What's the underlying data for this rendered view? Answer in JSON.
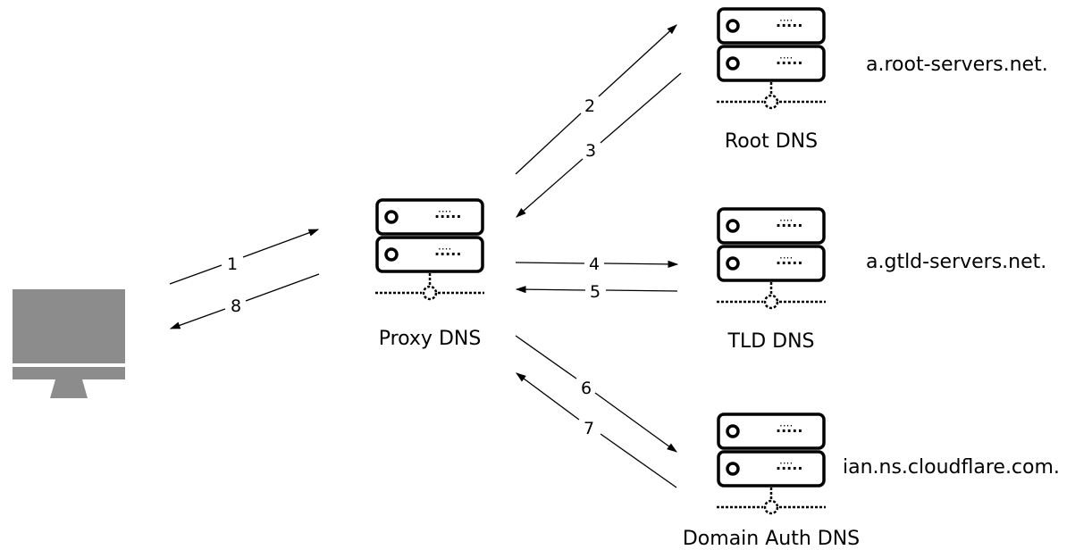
{
  "diagram": {
    "client": {
      "icon": "desktop-monitor-icon"
    },
    "servers": {
      "proxy": {
        "label": "Proxy DNS",
        "icon": "server-icon"
      },
      "root": {
        "label": "Root DNS",
        "host": "a.root-servers.net.",
        "icon": "server-icon"
      },
      "tld": {
        "label": "TLD DNS",
        "host": "a.gtld-servers.net.",
        "icon": "server-icon"
      },
      "auth": {
        "label": "Domain Auth DNS",
        "host": "ian.ns.cloudflare.com.",
        "icon": "server-icon"
      }
    },
    "steps": {
      "s1": "1",
      "s2": "2",
      "s3": "3",
      "s4": "4",
      "s5": "5",
      "s6": "6",
      "s7": "7",
      "s8": "8"
    },
    "colors": {
      "ink": "#000000",
      "monitor": "#8c8c8c"
    }
  }
}
